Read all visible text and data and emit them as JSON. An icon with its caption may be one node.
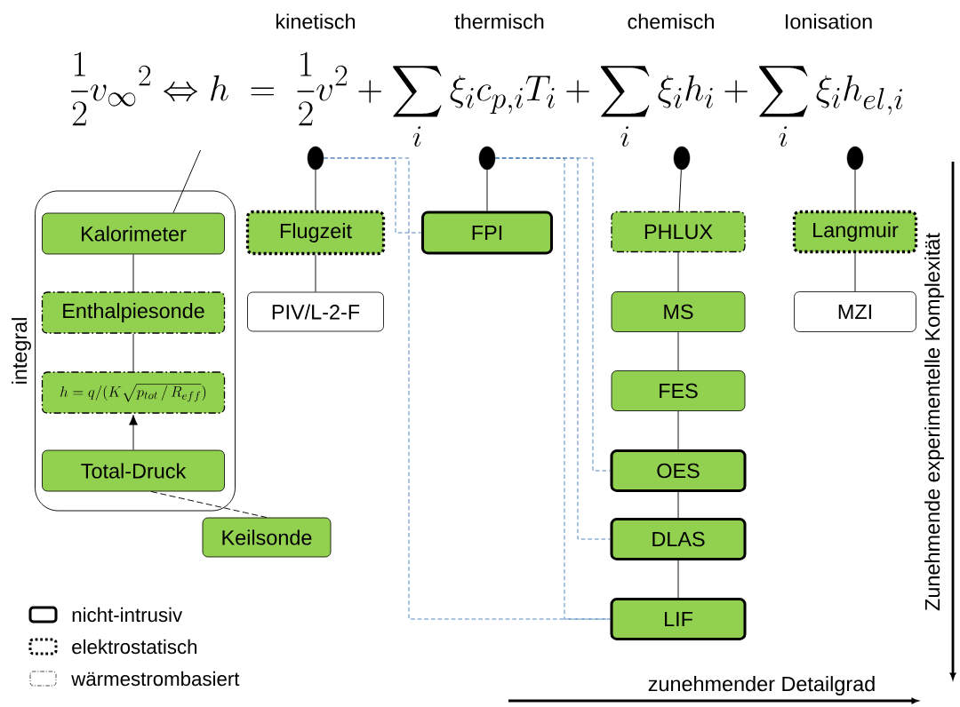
{
  "diagram": {
    "nodes": [
      {
        "text": [
          "\\frac{1}{2}{v_{\\infty}}^{2}\\Leftrightarrow h \\;=\\; \\frac{1}{2}v^{2} + \\sum_{i}\\xi_{i} c_{p,i} T_{i} + \\sum_{i}\\xi_{i} h_{i} + \\sum_{i}\\xi_{i} h_{el,i}"
        ]
      },
      {
        "text": [],
        "shape": "circle"
      },
      {
        "text": [],
        "shape": "circle"
      },
      {
        "text": [],
        "shape": "circle"
      },
      {
        "text": [],
        "shape": "circle"
      },
      {
        "text": [
          "integral"
        ]
      },
      {
        "text": [
          "Kalorimeter"
        ],
        "in": 5
      },
      {
        "text": [
          "Enthalpiesonde"
        ],
        "in": 5
      },
      {
        "text": [
          "h = q/(K\\sqrt{p_{tot}\\,/\\,R_{eff}})"
        ],
        "in": 5
      },
      {
        "text": [
          "Total-Druck"
        ],
        "in": 5
      },
      {
        "text": [
          "Keilsonde"
        ]
      },
      {
        "text": [
          "Flugzeit"
        ]
      },
      {
        "text": [
          "PIV/L-2-F"
        ]
      },
      {
        "text": [
          "FPI"
        ]
      },
      {
        "text": [
          "PHLUX"
        ]
      },
      {
        "text": [
          "MS"
        ]
      },
      {
        "text": [
          "FES"
        ]
      },
      {
        "text": [
          "OES"
        ]
      },
      {
        "text": [
          "DLAS"
        ]
      },
      {
        "text": [
          "LIF"
        ]
      },
      {
        "text": [
          "Langmuir"
        ]
      },
      {
        "text": [
          "MZI"
        ]
      }
    ],
    "edges": [
      {
        "from": 0,
        "to": 6,
        "arrow": "none"
      },
      {
        "from": 1,
        "to": 11,
        "arrow": "none"
      },
      {
        "from": 11,
        "to": 12,
        "arrow": "none"
      },
      {
        "from": 1,
        "to": 13,
        "arrow": "none",
        "style": "dashed",
        "color": "#4a7ebb"
      },
      {
        "from": 1,
        "to": 19,
        "arrow": "none",
        "style": "dashed",
        "color": "#4a7ebb"
      },
      {
        "from": 2,
        "to": 13,
        "arrow": "none"
      },
      {
        "from": 2,
        "to": 17,
        "arrow": "none",
        "style": "dashed",
        "color": "#4a7ebb"
      },
      {
        "from": 2,
        "to": 18,
        "arrow": "none",
        "style": "dashed",
        "color": "#4a7ebb"
      },
      {
        "from": 2,
        "to": 19,
        "arrow": "none",
        "style": "dashed",
        "color": "#4a7ebb"
      },
      {
        "from": 3,
        "to": 14,
        "arrow": "none"
      },
      {
        "from": 14,
        "to": 15,
        "arrow": "none"
      },
      {
        "from": 15,
        "to": 16,
        "arrow": "none"
      },
      {
        "from": 16,
        "to": 17,
        "arrow": "none"
      },
      {
        "from": 17,
        "to": 18,
        "arrow": "none"
      },
      {
        "from": 18,
        "to": 19,
        "arrow": "none"
      },
      {
        "from": 4,
        "to": 20,
        "arrow": "none"
      },
      {
        "from": 20,
        "to": 21,
        "arrow": "none"
      },
      {
        "from": 6,
        "to": 7,
        "arrow": "none"
      },
      {
        "from": 7,
        "to": 8,
        "arrow": "none"
      },
      {
        "from": 9,
        "to": 8,
        "arrow": "to"
      },
      {
        "from": 9,
        "to": 10,
        "arrow": "none",
        "style": "dashed"
      }
    ],
    "labels": [
      "kinetisch",
      "thermisch",
      "chemisch",
      "Ionisation",
      "Zunehmende experimentelle Komplexität",
      "zunehmender Detailgrad"
    ],
    "legend": [
      {
        "text": "nicht-intrusiv"
      },
      {
        "text": "elektrostatisch"
      },
      {
        "text": "wärmestrombasiert"
      }
    ]
  }
}
